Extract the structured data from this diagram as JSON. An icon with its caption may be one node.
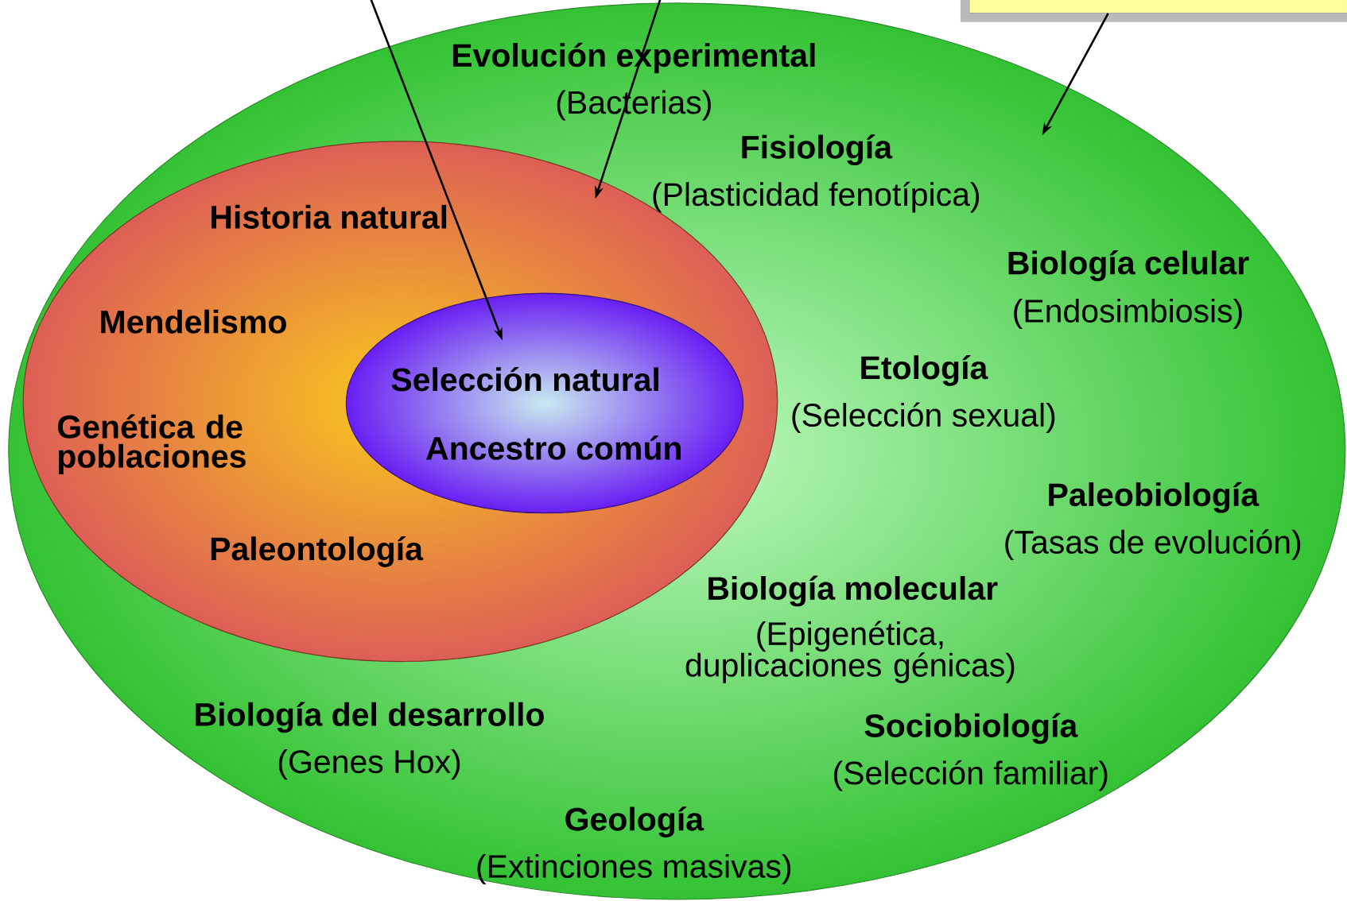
{
  "diagram": {
    "nodes": [
      {
        "text": [
          "Evolución experimental",
          "(Bacterias)",
          "Fisiología",
          "(Plasticidad fenotípica)",
          "Biología celular",
          "(Endosimbiosis)",
          "Etología",
          "(Selección sexual)",
          "Paleobiología",
          "(Tasas de evolución)",
          "Biología molecular",
          "(Epigenética, duplicaciones génicas)",
          "Biología del desarrollo",
          "(Genes Hox)",
          "Sociobiología",
          "(Selección familiar)",
          "Geología",
          "(Extinciones masivas)"
        ]
      },
      {
        "text": [
          "Historia natural",
          "Mendelismo",
          "Genética de poblaciones",
          "Paleontología"
        ],
        "in": 0
      },
      {
        "text": [
          "Selección natural",
          "Ancestro común"
        ],
        "in": 1
      },
      {
        "text": [],
        "shape": "box"
      }
    ],
    "edges": [
      {
        "from": null,
        "to": 2,
        "arrow": "to"
      },
      {
        "from": null,
        "to": 1,
        "arrow": "to"
      },
      {
        "from": 3,
        "to": 0,
        "arrow": "to"
      }
    ]
  }
}
